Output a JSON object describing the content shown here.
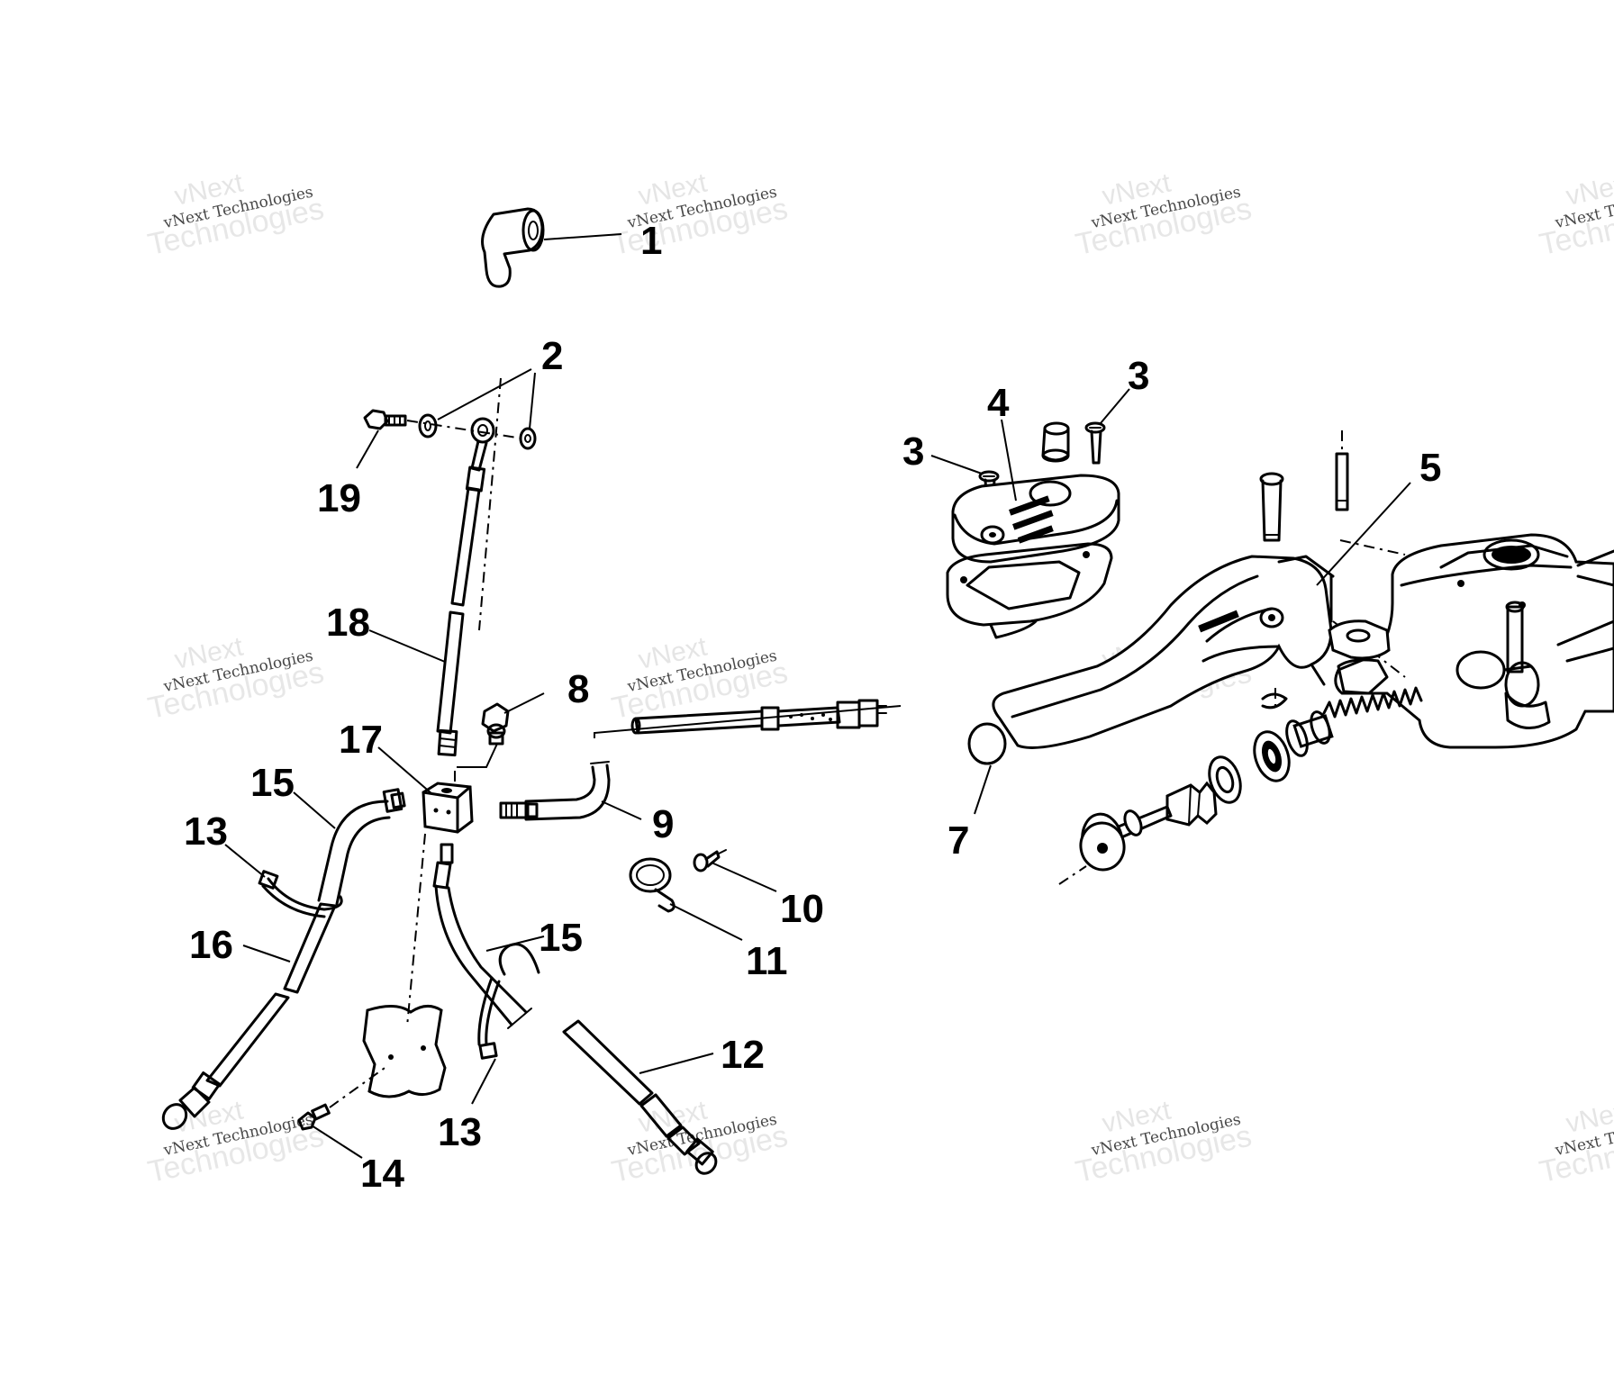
{
  "watermark": {
    "line1": "vNext",
    "line2": "vNext Technologies",
    "line3": "Technologies"
  },
  "callouts": [
    {
      "id": "c1",
      "label": "1"
    },
    {
      "id": "c2",
      "label": "2"
    },
    {
      "id": "c3a",
      "label": "3"
    },
    {
      "id": "c3b",
      "label": "3"
    },
    {
      "id": "c4",
      "label": "4"
    },
    {
      "id": "c5",
      "label": "5"
    },
    {
      "id": "c7",
      "label": "7"
    },
    {
      "id": "c8",
      "label": "8"
    },
    {
      "id": "c9",
      "label": "9"
    },
    {
      "id": "c10",
      "label": "10"
    },
    {
      "id": "c11",
      "label": "11"
    },
    {
      "id": "c12",
      "label": "12"
    },
    {
      "id": "c13a",
      "label": "13"
    },
    {
      "id": "c13b",
      "label": "13"
    },
    {
      "id": "c14",
      "label": "14"
    },
    {
      "id": "c15a",
      "label": "15"
    },
    {
      "id": "c15b",
      "label": "15"
    },
    {
      "id": "c16",
      "label": "16"
    },
    {
      "id": "c17",
      "label": "17"
    },
    {
      "id": "c18",
      "label": "18"
    },
    {
      "id": "c19",
      "label": "19"
    }
  ]
}
